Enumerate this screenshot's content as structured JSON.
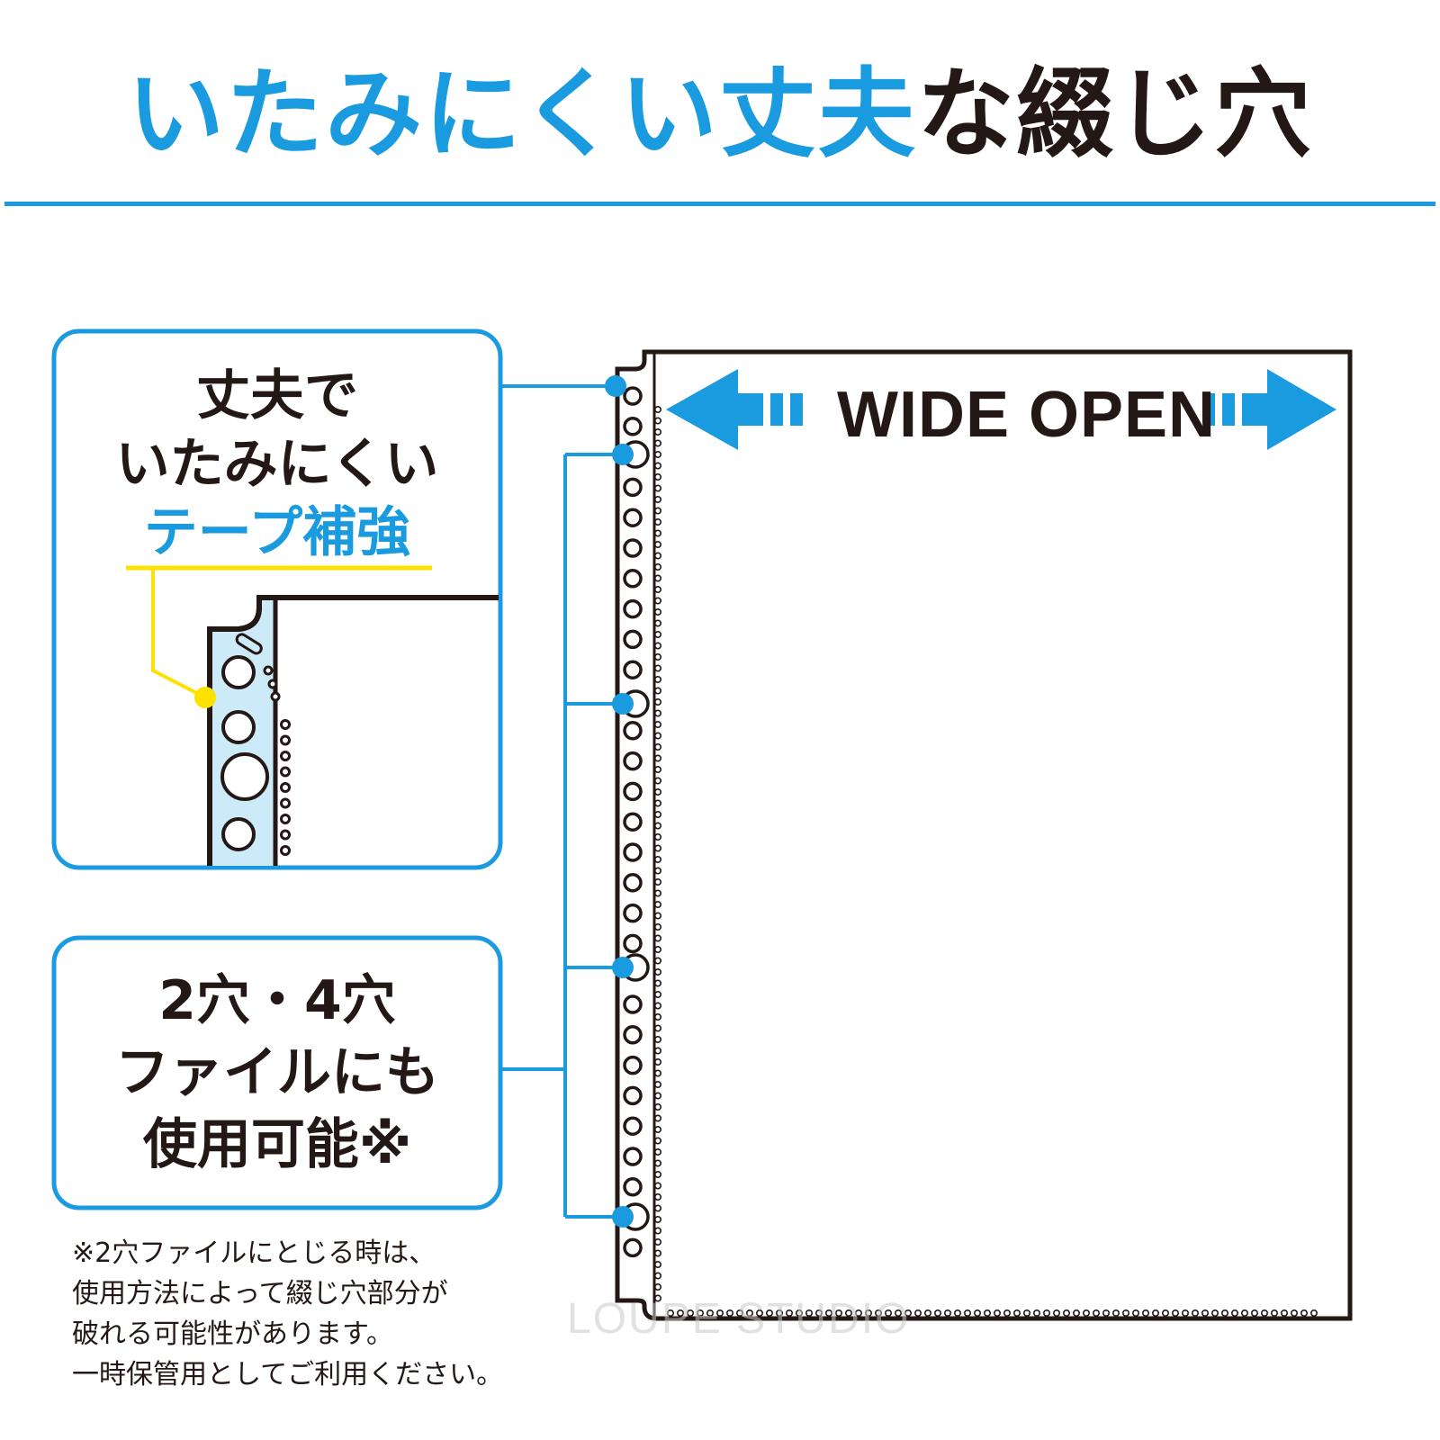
{
  "title": {
    "blue_part": "いたみにくい丈夫",
    "black_part": "な綴じ穴"
  },
  "box_reinforce": {
    "line1": "丈夫で",
    "line2": "いたみにくい",
    "line3": "テープ補強"
  },
  "box_compat": {
    "line1": "2穴・4穴",
    "line2": "ファイルにも",
    "line3": "使用可能※"
  },
  "footnote": [
    "※2穴ファイルにとじる時は、",
    "使用方法によって綴じ穴部分が",
    "破れる可能性があります。",
    "一時保管用としてご利用ください。"
  ],
  "sheet_label": "WIDE OPEN",
  "watermark": "LOUPE STUDIO",
  "colors": {
    "accent_blue": "#1a9be0",
    "highlight_yellow": "#ffe100",
    "tape_blue": "#cdeaf8",
    "ink": "#231815"
  }
}
